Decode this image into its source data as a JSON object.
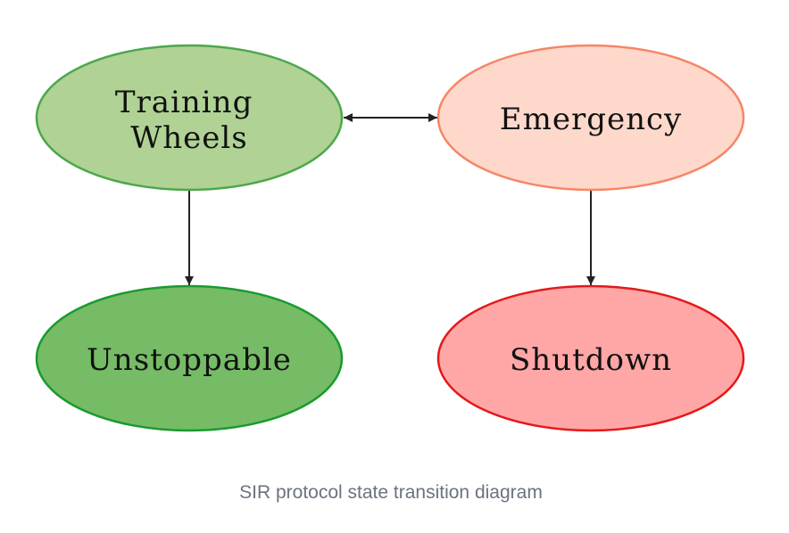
{
  "nodes": {
    "training_wheels": {
      "lines": [
        "Training",
        "Wheels"
      ],
      "fill": "#b0d295",
      "stroke": "#4ca74c"
    },
    "emergency": {
      "lines": [
        "Emergency"
      ],
      "fill": "#ffd8cc",
      "stroke": "#f58666"
    },
    "unstoppable": {
      "lines": [
        "Unstoppable"
      ],
      "fill": "#76bb66",
      "stroke": "#1a9a2e"
    },
    "shutdown": {
      "lines": [
        "Shutdown"
      ],
      "fill": "#ffa6a6",
      "stroke": "#e31a1a"
    }
  },
  "edges": [
    {
      "from": "training_wheels",
      "to": "emergency",
      "bidirectional": true
    },
    {
      "from": "training_wheels",
      "to": "unstoppable",
      "bidirectional": false
    },
    {
      "from": "emergency",
      "to": "shutdown",
      "bidirectional": false
    }
  ],
  "caption": "SIR protocol state transition diagram"
}
